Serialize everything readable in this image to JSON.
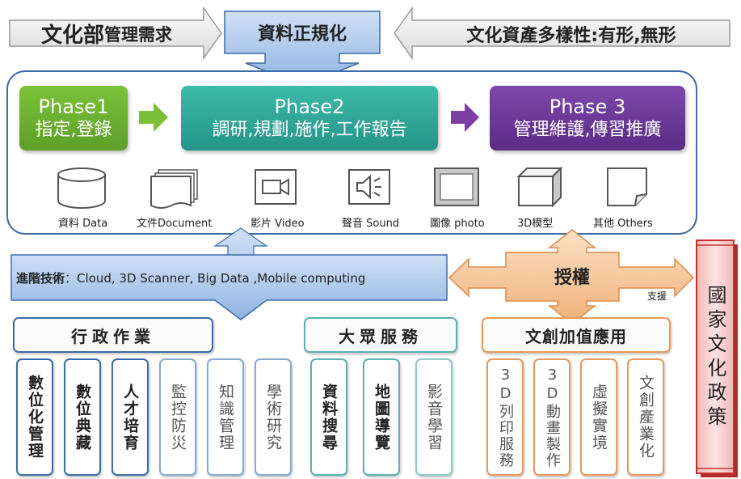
{
  "top": {
    "left_label_big": "文化部",
    "left_label_small": "管理需求",
    "center_label": "資料正規化",
    "right_label": "文化資產多樣性:有形,無形"
  },
  "phases": [
    {
      "title": "Phase1",
      "subtitle": "指定,登錄",
      "color": "#6fb131"
    },
    {
      "title": "Phase2",
      "subtitle": "調研,規劃,施作,工作報告",
      "color": "#2fa797"
    },
    {
      "title": "Phase 3",
      "subtitle": "管理維護,傳習推廣",
      "color": "#6a3a94"
    }
  ],
  "media": [
    {
      "icon": "database-icon",
      "label": "資料 Data"
    },
    {
      "icon": "document-icon",
      "label": "文件Document"
    },
    {
      "icon": "video-icon",
      "label": "影片 Video"
    },
    {
      "icon": "speaker-icon",
      "label": "聲音 Sound"
    },
    {
      "icon": "photo-icon",
      "label": "圖像 photo"
    },
    {
      "icon": "cube-icon",
      "label": "3D模型"
    },
    {
      "icon": "page-icon",
      "label": "其他 Others"
    }
  ],
  "tech": {
    "bold": "進階技術",
    "rest": "：Cloud, 3D Scanner, Big Data ,Mobile computing"
  },
  "auth": {
    "label": "授權",
    "support": "支援"
  },
  "policy": {
    "label": "國家文化政策"
  },
  "categories": {
    "admin": {
      "title": "行政作業",
      "items": [
        "數位化管理",
        "數位典藏",
        "人才培育",
        "監控防災",
        "知識管理",
        "學術研究"
      ]
    },
    "public": {
      "title": "大眾服務",
      "items": [
        "資料搜尋",
        "地圖導覽",
        "影音學習"
      ]
    },
    "creative": {
      "title": "文創加值應用",
      "items": [
        "3D列印服務",
        "3D動畫製作",
        "虛擬實境",
        "文創產業化"
      ]
    }
  },
  "colors": {
    "blue_border": "#3d6ba8",
    "blue_fill": "#9cbce6",
    "orange": "#e79a5c",
    "orange_fill": "#f6c99b",
    "teal": "#5ab2b2",
    "red": "#c33030",
    "pink": "#f7c9c9"
  }
}
